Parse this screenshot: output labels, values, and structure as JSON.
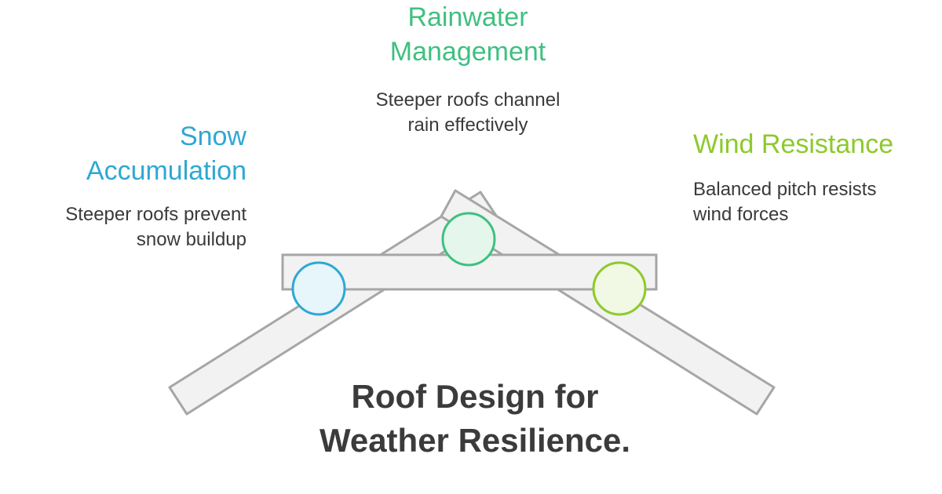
{
  "title": "Roof Design for\nWeather Resilience.",
  "factors": [
    {
      "heading": "Snow\nAccumulation",
      "description": "Steeper roofs prevent\nsnow buildup",
      "color": "#2ea8d4",
      "fill": "#e6f6fb"
    },
    {
      "heading": "Rainwater\nManagement",
      "description": "Steeper roofs channel\nrain effectively",
      "color": "#3fc080",
      "fill": "#e5f6ec"
    },
    {
      "heading": "Wind Resistance",
      "description": "Balanced pitch resists\nwind forces",
      "color": "#8cca2c",
      "fill": "#f1f8e3"
    }
  ],
  "colors": {
    "beam_fill": "#f2f2f2",
    "beam_stroke": "#a6a6a6",
    "text": "#3a3a3a"
  }
}
